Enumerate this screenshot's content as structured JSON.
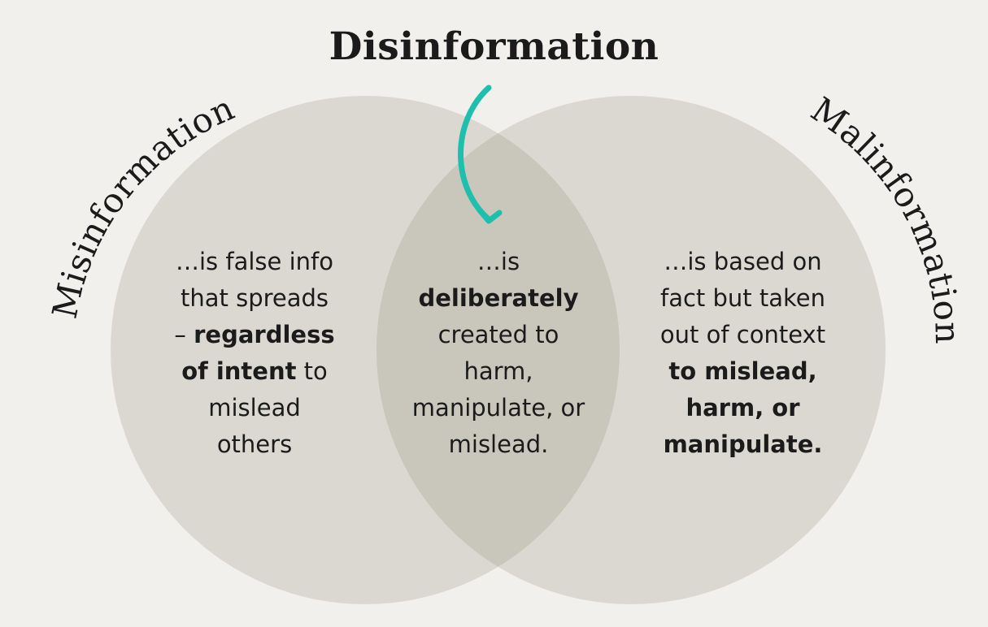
{
  "diagram": {
    "type": "venn",
    "colors": {
      "background": "#f1f0ec",
      "circle_fill": "#d6d4cb",
      "overlap_fill": "#c9c6bb",
      "arrow": "#1fbfae",
      "text": "#1b1b1b"
    },
    "sets": {
      "left": {
        "title": "Misinformation",
        "lines": [
          [
            "…is false info"
          ],
          [
            "that spreads"
          ],
          [
            "– ",
            "regardless"
          ],
          [
            "of intent",
            " to"
          ],
          [
            "mislead"
          ],
          [
            "others"
          ]
        ]
      },
      "center": {
        "title": "Disinformation",
        "lines": [
          [
            "…is"
          ],
          [
            "deliberately"
          ],
          [
            "created to"
          ],
          [
            "harm,"
          ],
          [
            "manipulate, or"
          ],
          [
            "mislead."
          ]
        ]
      },
      "right": {
        "title": "Malinformation",
        "lines": [
          [
            "…is based on"
          ],
          [
            "fact but taken"
          ],
          [
            "out of context"
          ],
          [
            "to mislead,"
          ],
          [
            "harm, or"
          ],
          [
            "manipulate."
          ]
        ]
      }
    },
    "bold_segments": {
      "left": [
        "regardless",
        "of intent"
      ],
      "center": [
        "deliberately"
      ],
      "right": [
        "to mislead,",
        "harm, or",
        "manipulate."
      ]
    }
  }
}
